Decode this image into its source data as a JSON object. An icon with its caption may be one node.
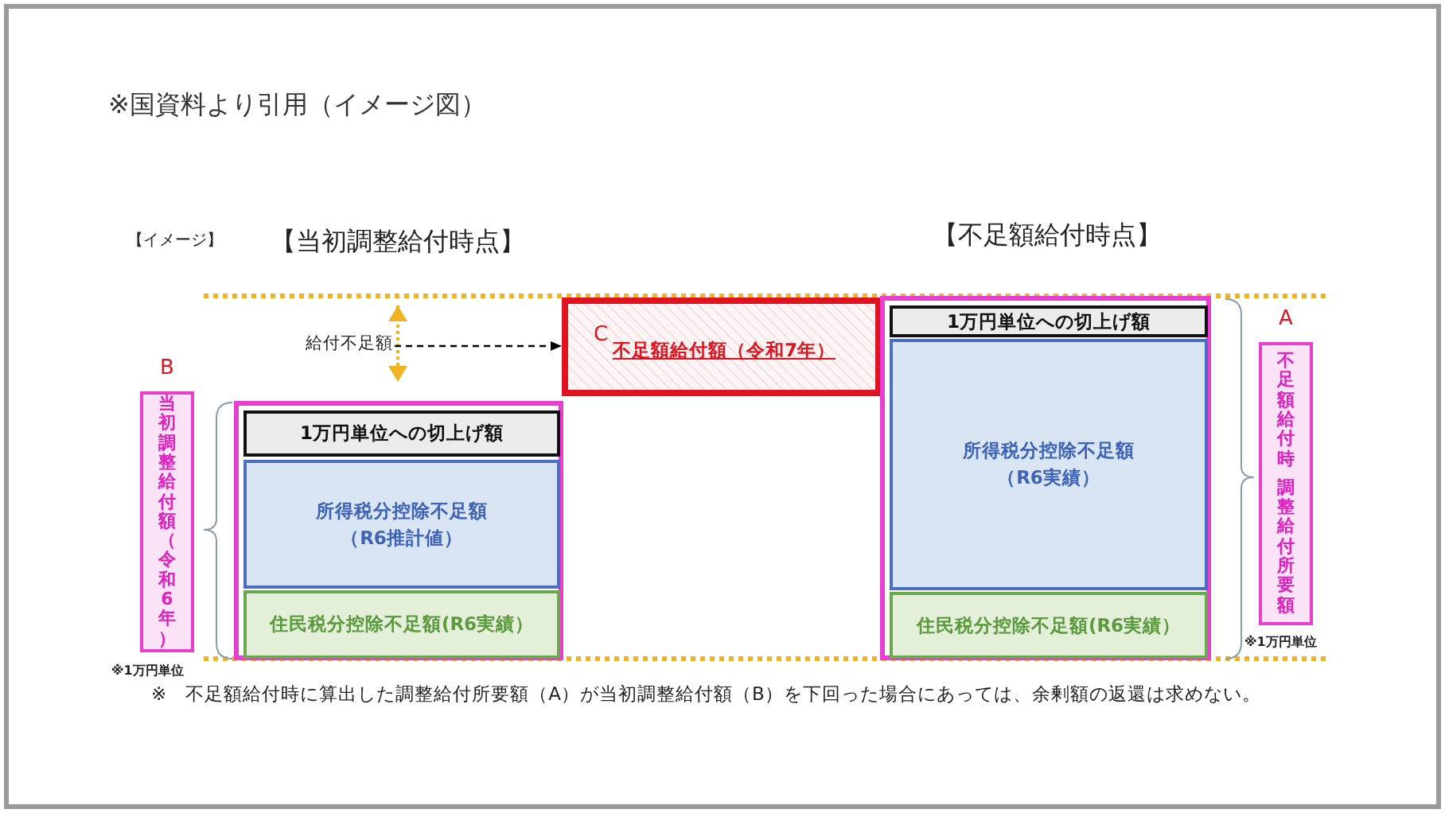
{
  "diagram": {
    "nodes": [
      {
        "text": [],
        "shape": "box"
      },
      {
        "text": [
          "1万円単位への切上げ額"
        ],
        "in": 0
      },
      {
        "text": [
          "所得税分控除不足額（R6推計値）"
        ],
        "in": 0
      },
      {
        "text": [
          "住民税分控除不足額(R6実績）"
        ],
        "in": 0
      },
      {
        "text": [
          "C",
          "不足額給付額（令和7年）"
        ]
      },
      {
        "text": [],
        "shape": "box"
      },
      {
        "text": [
          "1万円単位への切上げ額"
        ],
        "in": 5
      },
      {
        "text": [
          "所得税分控除不足額（R6実績）"
        ],
        "in": 5
      },
      {
        "text": [
          "住民税分控除不足額(R6実績）"
        ],
        "in": 5
      },
      {
        "text": [
          "B",
          "当初調整給付額（令和6年）"
        ]
      },
      {
        "text": [
          "A",
          "不足額給付時",
          "調整給付所要額"
        ]
      },
      {
        "text": [
          "給付不足額"
        ]
      }
    ],
    "edges": [
      {
        "from": 11,
        "to": 4,
        "arrow": "to",
        "style": "dashed"
      }
    ],
    "labels": [
      "※国資料より引用（イメージ図）",
      "【イメージ】",
      "【当初調整給付時点】",
      "【不足額給付時点】",
      "※1万円単位",
      "※1万円単位",
      "※　不足額給付時に算出した調整給付所要額（A）が当初調整給付額（B）を下回った場合にあっては、余剰額の返還は求めない。"
    ]
  }
}
